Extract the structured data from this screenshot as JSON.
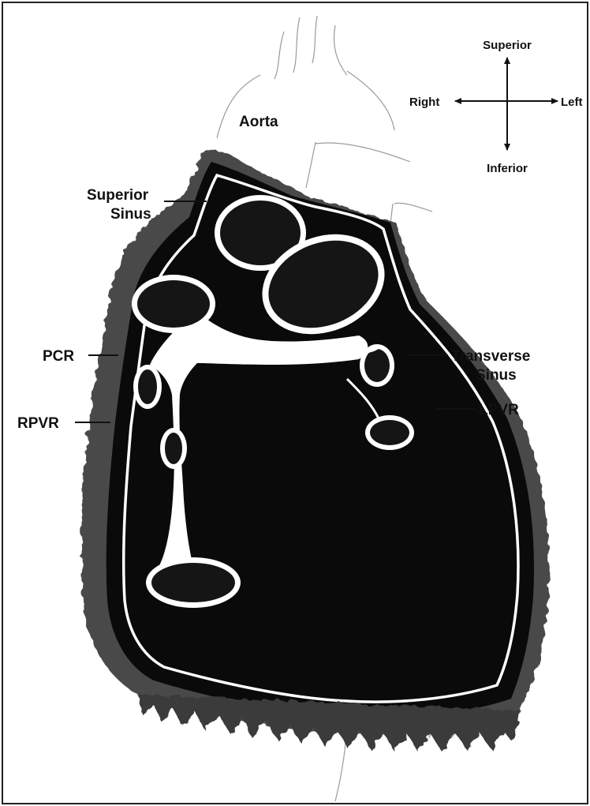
{
  "labels": {
    "aorta": "Aorta",
    "superior_sinus_line1": "Superior",
    "superior_sinus_line2": "Sinus",
    "pcr": "PCR",
    "rpvr": "RPVR",
    "transverse_sinus_line1": "Transverse",
    "transverse_sinus_line2": "Sinus",
    "lpvr": "LPVR"
  },
  "compass": {
    "up": "Superior",
    "down": "Inferior",
    "left": "Right",
    "right": "Left"
  },
  "colors": {
    "pericardium_fill": "#0a0a0a",
    "outer_shadow": "#4a4a4a",
    "reflection_line": "#ffffff",
    "vessel_fill": "#151515",
    "frame": "#222222"
  }
}
